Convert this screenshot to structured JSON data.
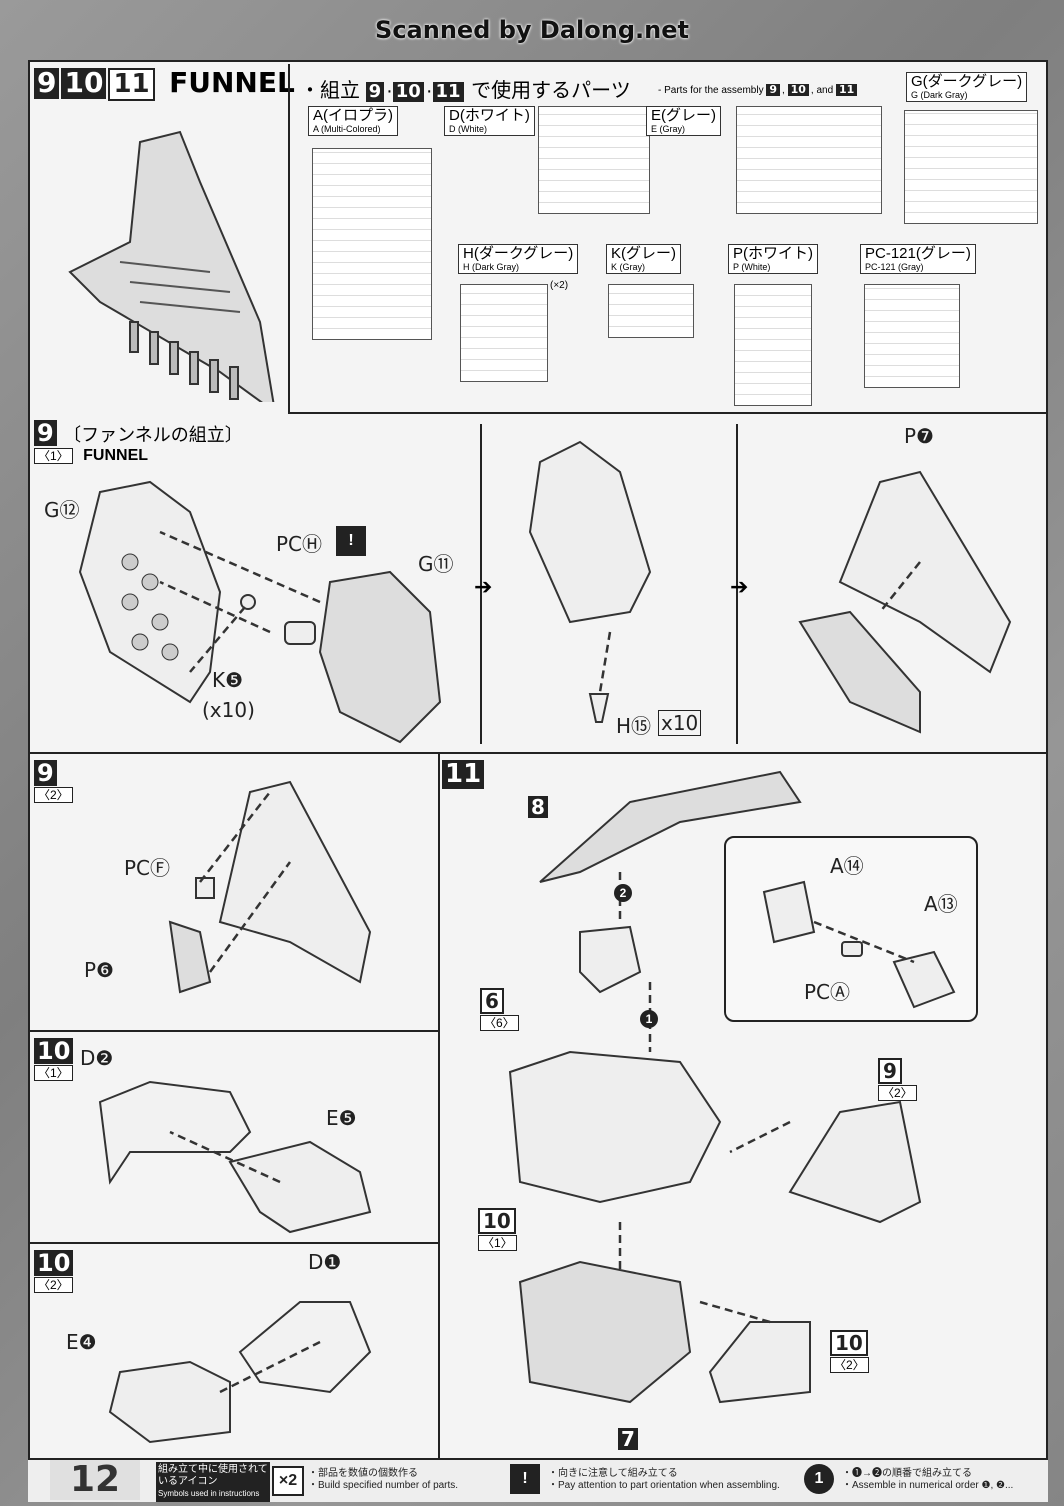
{
  "watermark": "Scanned by Dalong.net",
  "header": {
    "steps": [
      "9",
      "10",
      "11"
    ],
    "title": "FUNNEL"
  },
  "parts": {
    "heading_prefix": "・組立",
    "heading_steps": [
      "9",
      "10",
      "11"
    ],
    "heading_suffix": "で使用するパーツ",
    "heading_en_prefix": "- Parts for the assembly",
    "heading_en_and": "and",
    "runners": [
      {
        "label": "A(イロプラ)",
        "sub": "A (Multi-Colored)"
      },
      {
        "label": "D(ホワイト)",
        "sub": "D (White)"
      },
      {
        "label": "E(グレー)",
        "sub": "E (Gray)"
      },
      {
        "label": "G(ダークグレー)",
        "sub": "G (Dark Gray)"
      },
      {
        "label": "H(ダークグレー)",
        "sub": "H (Dark Gray)",
        "count": "(×2)"
      },
      {
        "label": "K(グレー)",
        "sub": "K (Gray)"
      },
      {
        "label": "P(ホワイト)",
        "sub": "P (White)"
      },
      {
        "label": "PC-121(グレー)",
        "sub": "PC-121 (Gray)"
      }
    ]
  },
  "step9_1": {
    "step": "9",
    "title": "〔ファンネルの組立〕",
    "sub": "〈1〉",
    "subtitle": "FUNNEL",
    "labels": [
      "G⑫",
      "PCⒽ",
      "G⑪",
      "K❺",
      "(x10)",
      "H⑮",
      "x10",
      "P❼"
    ]
  },
  "step9_2": {
    "step": "9",
    "sub": "〈2〉",
    "labels": [
      "PCⒻ",
      "P❻"
    ]
  },
  "step10_1": {
    "step": "10",
    "sub": "〈1〉",
    "labels": [
      "D❷",
      "E❺"
    ]
  },
  "step10_2": {
    "step": "10",
    "sub": "〈2〉",
    "labels": [
      "D❶",
      "E❹"
    ]
  },
  "step11": {
    "step": "11",
    "labels": [
      "8",
      "6",
      "〈6〉",
      "9",
      "〈2〉",
      "10",
      "〈1〉",
      "10",
      "〈2〉",
      "7"
    ],
    "order": [
      "1",
      "2"
    ],
    "inset": [
      "A⑭",
      "A⑬",
      "PCⒶ"
    ]
  },
  "footer": {
    "page": "12",
    "caption_jp": "組み立て中に使用されているアイコン",
    "caption_en": "Symbols used in instructions",
    "icons": [
      {
        "symbol": "×2",
        "jp": "・部品を数値の個数作る",
        "en": "・Build specified number of parts."
      },
      {
        "symbol": "!",
        "jp": "・向きに注意して組み立てる",
        "en": "・Pay attention to part orientation when assembling."
      },
      {
        "symbol": "1",
        "jp": "・❶→❷の順番で組み立てる",
        "en": "・Assemble in numerical order ❶, ❷..."
      }
    ]
  }
}
